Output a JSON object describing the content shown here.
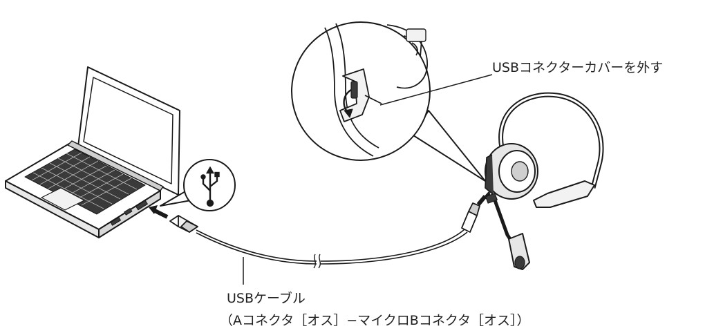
{
  "callouts": {
    "cover_label": "USBコネクターカバーを外す",
    "cable_label_line1": "USBケーブル",
    "cable_label_line2": "（Aコネクタ［オス］−マイクロBコネクタ［オス］）"
  },
  "colors": {
    "outline": "#1a1a1a",
    "light_fill": "#f2f2f2",
    "mid_fill": "#cfcfcf",
    "dark_fill": "#3a3a3a"
  }
}
